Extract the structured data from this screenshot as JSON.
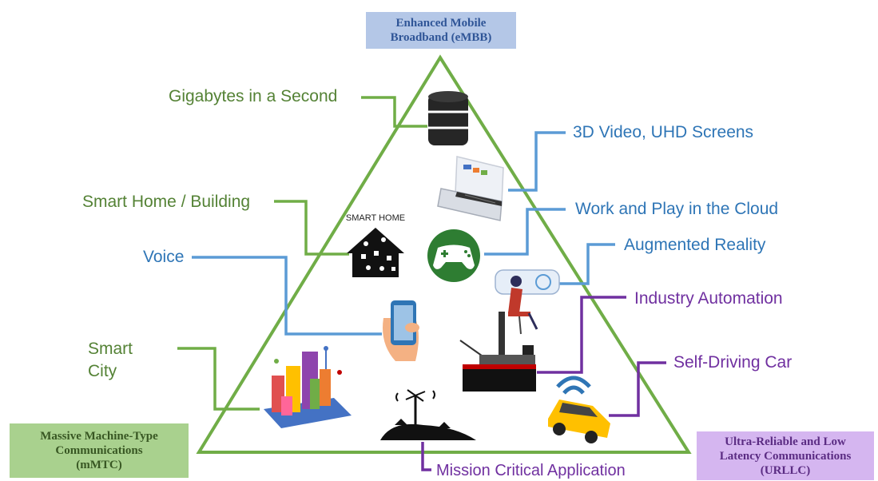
{
  "corners": {
    "embb": [
      "Enhanced Mobile",
      "Broadband (eMBB)"
    ],
    "mmtc": [
      "Massive Machine-Type",
      "Communications",
      "(mMTC)"
    ],
    "urllc": [
      "Ultra-Reliable and Low",
      "Latency Communications",
      "(URLLC)"
    ]
  },
  "labels": {
    "gigabytes": "Gigabytes in a Second",
    "video_3d": "3D Video, UHD  Screens",
    "smart_home": "Smart Home / Building",
    "cloud": "Work and Play in the Cloud",
    "voice": "Voice",
    "ar": "Augmented Reality",
    "industry": "Industry Automation",
    "smart_city_1": "Smart",
    "smart_city_2": "City",
    "self_driving": "Self-Driving Car",
    "mission_critical": "Mission Critical Application",
    "smart_home_icon_text": "SMART HOME"
  },
  "colors": {
    "green": "#70ad47",
    "green_text": "#548235",
    "blue": "#5b9bd5",
    "blue_text": "#2e75b6",
    "purple": "#7030a0"
  },
  "icons": [
    "database-icon",
    "laptop-screen-icon",
    "smart-home-icon",
    "gamepad-icon",
    "vr-headset-icon",
    "smartphone-hand-icon",
    "factory-ship-icon",
    "smart-city-icon",
    "antenna-icon",
    "connected-car-icon"
  ]
}
